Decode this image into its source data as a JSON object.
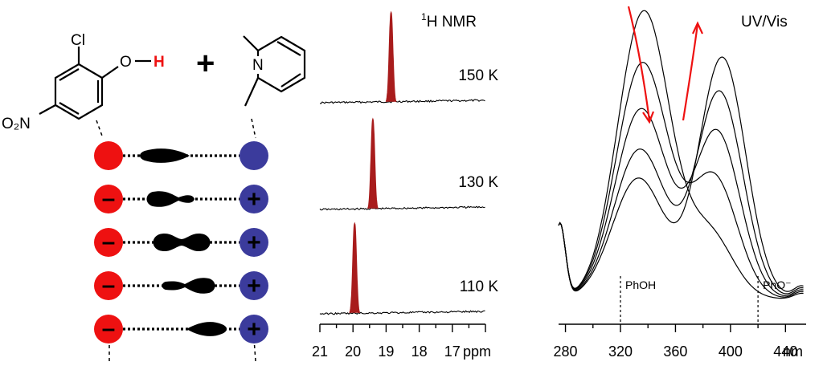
{
  "colors": {
    "acid": "#ee1111",
    "base": "#3b3b9c",
    "nmr_peak": "#a81c1c",
    "arrow": "#ee1111",
    "proton": "#000000",
    "line": "#000000"
  },
  "scheme": {
    "phenol_atoms": {
      "cl": "Cl",
      "o": "O",
      "dash": "–",
      "h": "H",
      "nitro": "O₂N"
    },
    "plus_sign": "+",
    "base_atom_n": "N",
    "pairs": [
      {
        "acid_charge": "",
        "base_charge": "",
        "proton_shape": "near-acid"
      },
      {
        "acid_charge": "–",
        "base_charge": "+",
        "proton_shape": "dumbbell-acid"
      },
      {
        "acid_charge": "–",
        "base_charge": "+",
        "proton_shape": "centered"
      },
      {
        "acid_charge": "–",
        "base_charge": "+",
        "proton_shape": "dumbbell-base"
      },
      {
        "acid_charge": "–",
        "base_charge": "+",
        "proton_shape": "near-base"
      }
    ]
  },
  "chart_data": [
    {
      "type": "line",
      "title_prefix": "1",
      "title_suffix": "H NMR",
      "xlabel": "ppm",
      "xlim": [
        21,
        16
      ],
      "xticks": [
        "21",
        "20",
        "19",
        "18",
        "17"
      ],
      "series": [
        {
          "name": "150 K",
          "peak_ppm": 18.85,
          "width_ppm": 0.05
        },
        {
          "name": "130 K",
          "peak_ppm": 19.4,
          "width_ppm": 0.05
        },
        {
          "name": "110 K",
          "peak_ppm": 19.95,
          "width_ppm": 0.05
        }
      ]
    },
    {
      "type": "line",
      "title": "UV/Vis",
      "xlabel": "nm",
      "xlim": [
        275,
        455
      ],
      "xticks": [
        "280",
        "320",
        "360",
        "400",
        "440"
      ],
      "markers": [
        {
          "x": 320,
          "label": "PhOH"
        },
        {
          "x": 420,
          "label": "PhO⁻"
        }
      ],
      "series": [
        {
          "peak1_nm": 337,
          "peak1_amp": 1.0,
          "peak2_nm": 385,
          "peak2_amp": 0.22
        },
        {
          "peak1_nm": 336,
          "peak1_amp": 0.82,
          "peak2_nm": 388,
          "peak2_amp": 0.42
        },
        {
          "peak1_nm": 335,
          "peak1_amp": 0.66,
          "peak2_nm": 390,
          "peak2_amp": 0.58
        },
        {
          "peak1_nm": 334,
          "peak1_amp": 0.52,
          "peak2_nm": 392,
          "peak2_amp": 0.72
        },
        {
          "peak1_nm": 333,
          "peak1_amp": 0.42,
          "peak2_nm": 394,
          "peak2_amp": 0.84
        }
      ]
    }
  ]
}
